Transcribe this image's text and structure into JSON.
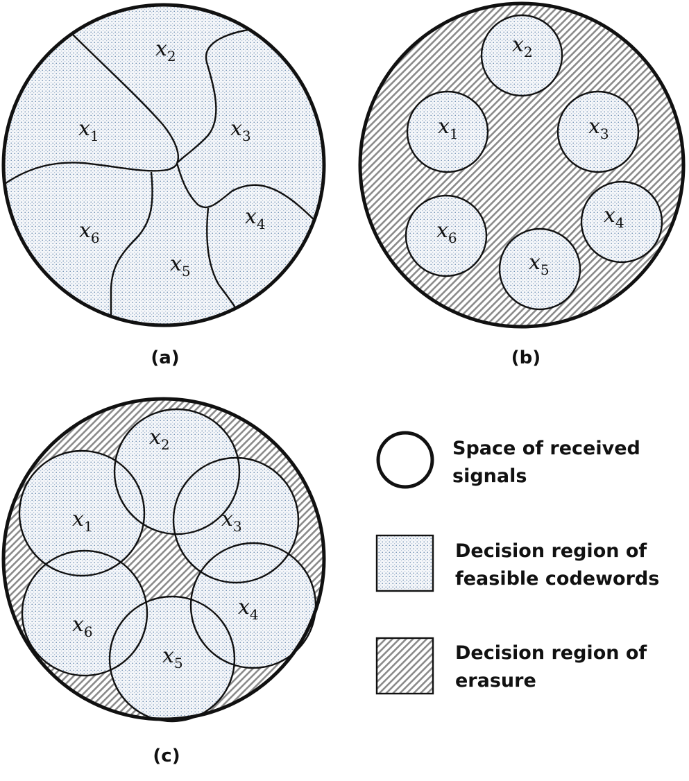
{
  "panels": {
    "a": {
      "label": "(a)",
      "codewords": [
        {
          "var": "x",
          "sub": "1"
        },
        {
          "var": "x",
          "sub": "2"
        },
        {
          "var": "x",
          "sub": "3"
        },
        {
          "var": "x",
          "sub": "4"
        },
        {
          "var": "x",
          "sub": "5"
        },
        {
          "var": "x",
          "sub": "6"
        }
      ]
    },
    "b": {
      "label": "(b)",
      "codewords": [
        {
          "var": "x",
          "sub": "1"
        },
        {
          "var": "x",
          "sub": "2"
        },
        {
          "var": "x",
          "sub": "3"
        },
        {
          "var": "x",
          "sub": "4"
        },
        {
          "var": "x",
          "sub": "5"
        },
        {
          "var": "x",
          "sub": "6"
        }
      ]
    },
    "c": {
      "label": "(c)",
      "codewords": [
        {
          "var": "x",
          "sub": "1"
        },
        {
          "var": "x",
          "sub": "2"
        },
        {
          "var": "x",
          "sub": "3"
        },
        {
          "var": "x",
          "sub": "4"
        },
        {
          "var": "x",
          "sub": "5"
        },
        {
          "var": "x",
          "sub": "6"
        }
      ]
    }
  },
  "legend": {
    "received": {
      "line1": "Space of received",
      "line2": "signals"
    },
    "feasible": {
      "line1": "Decision region of",
      "line2": "feasible codewords"
    },
    "erasure": {
      "line1": "Decision region of",
      "line2": "erasure"
    }
  },
  "colors": {
    "outline": "#111111",
    "dot": "#5b7fa8",
    "hatch": "#8a8a8a",
    "fill": "#f4f6f9"
  }
}
